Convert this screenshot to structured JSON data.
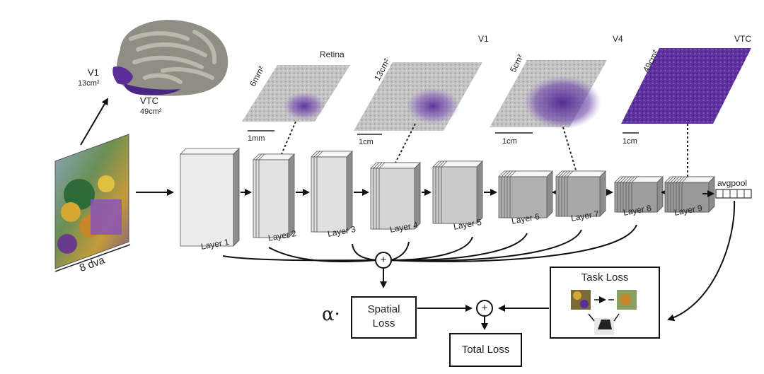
{
  "brain": {
    "v1_label": "V1",
    "v1_area": "13cm²",
    "vtc_label": "VTC",
    "vtc_area": "49cm²"
  },
  "input_image": {
    "size_label": "8 dva"
  },
  "maps": [
    {
      "name": "Retina",
      "area": "6mm²",
      "scale": "1mm"
    },
    {
      "name": "V1",
      "area": "13cm²",
      "scale": "1cm"
    },
    {
      "name": "V4",
      "area": "5cm²",
      "scale": "1cm"
    },
    {
      "name": "VTC",
      "area": "49cm²",
      "scale": "1cm"
    }
  ],
  "layers": [
    "Layer 1",
    "Layer 2",
    "Layer 3",
    "Layer 4",
    "Layer 5",
    "Layer 6",
    "Layer 7",
    "Layer 8",
    "Layer 9"
  ],
  "avgpool_label": "avgpool",
  "loss": {
    "alpha": "α·",
    "spatial_loss_line1": "Spatial",
    "spatial_loss_line2": "Loss",
    "task_loss": "Task Loss",
    "total_loss": "Total Loss",
    "plus_symbol": "+"
  },
  "colors": {
    "purple": "#5b2d9a",
    "map_gray": "#b9b9b9",
    "layer_light": "#ececec",
    "layer_dark": "#9a9a9a",
    "brain_gray": "#8a8a80"
  }
}
